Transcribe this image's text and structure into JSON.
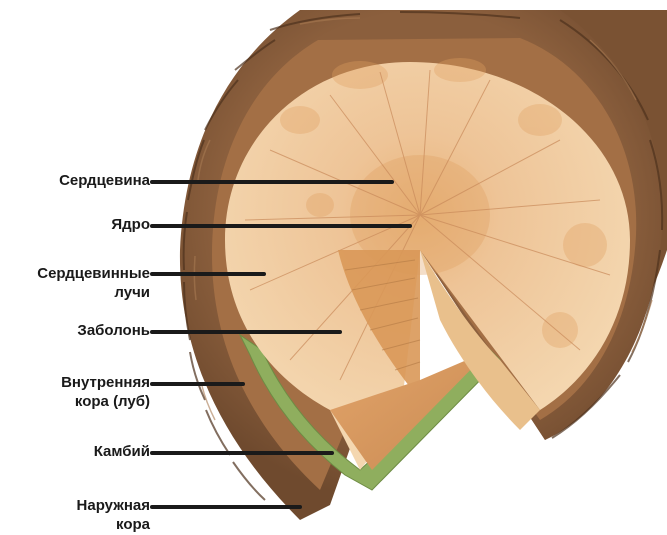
{
  "diagram": {
    "labels": [
      {
        "id": "pith",
        "line1": "Сердцевина",
        "line2": ""
      },
      {
        "id": "heartwood",
        "line1": "Ядро",
        "line2": ""
      },
      {
        "id": "medullary-rays",
        "line1": "Сердцевинные",
        "line2": "лучи"
      },
      {
        "id": "sapwood",
        "line1": "Заболонь",
        "line2": ""
      },
      {
        "id": "inner-bark",
        "line1": "Внутренняя",
        "line2": "кора (луб)"
      },
      {
        "id": "cambium",
        "line1": "Камбий",
        "line2": ""
      },
      {
        "id": "outer-bark",
        "line1": "Наружная",
        "line2": "кора"
      }
    ],
    "colors": {
      "bark": "#8a5e3c",
      "bark_dark": "#5a3a22",
      "phloem": "#b07a4e",
      "cambium": "#8fae5e",
      "wood": "#f1cfa3",
      "heartwood": "#e2a766",
      "label_text": "#1a1a1a"
    }
  }
}
